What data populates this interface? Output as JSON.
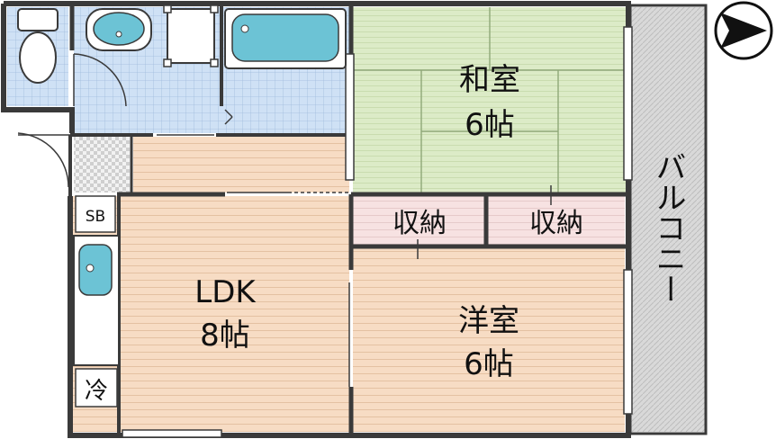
{
  "floorplan": {
    "rooms": {
      "washitsu": {
        "name": "和室",
        "size": "6帖"
      },
      "ldk": {
        "name": "LDK",
        "size": "8帖"
      },
      "youshitsu": {
        "name": "洋室",
        "size": "6帖"
      },
      "storage_left": {
        "name": "収納"
      },
      "storage_right": {
        "name": "収納"
      },
      "balcony": {
        "name": "バルコニー"
      }
    },
    "fixtures": {
      "sb_label": "SB",
      "fridge_label": "冷"
    },
    "colors": {
      "ldk_floor": "#f7dcc4",
      "tatami": "#dcebc7",
      "wet_area_tile": "#cfe1f5",
      "storage": "#f7e2e2",
      "balcony": "#d9d9d9",
      "fixture_blue": "#6cc3d5",
      "wall": "#3a3a3a"
    },
    "compass": "north-arrow-pointing-right"
  }
}
